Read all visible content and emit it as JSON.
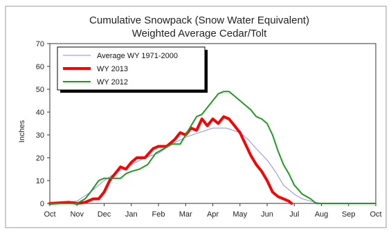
{
  "chart_data": {
    "type": "line",
    "title": "Cumulative Snowpack (Snow Water Equivalent)",
    "subtitle": "Weighted Average Cedar/Tolt",
    "xlabel": "",
    "ylabel": "Inches",
    "ylim": [
      0,
      70
    ],
    "yticks": [
      0,
      10,
      20,
      30,
      40,
      50,
      60,
      70
    ],
    "xlim": [
      0,
      12
    ],
    "categories": [
      "Oct",
      "Nov",
      "Dec",
      "Jan",
      "Feb",
      "Mar",
      "Apr",
      "May",
      "Jun",
      "Jul",
      "Aug",
      "Sep",
      "Oct"
    ],
    "grid": false,
    "legend_position": "top-left",
    "series": [
      {
        "name": "Average WY 1971-2000",
        "color": "#8a8af0",
        "x": [
          0,
          0.5,
          1.0,
          1.5,
          2.0,
          2.5,
          3.0,
          3.5,
          4.0,
          4.5,
          5.0,
          5.5,
          6.0,
          6.5,
          7.0,
          7.3,
          7.6,
          8.0,
          8.3,
          8.6,
          9.0,
          9.3,
          9.6,
          10.0,
          12.0
        ],
        "y": [
          0,
          0.5,
          1,
          5,
          10,
          14,
          17,
          20,
          22,
          26,
          29,
          31,
          33,
          33,
          31,
          28,
          24,
          19,
          14,
          8,
          4,
          2,
          1,
          0,
          0
        ]
      },
      {
        "name": "WY 2013",
        "color": "#ff0000",
        "x": [
          0,
          0.7,
          1.0,
          1.3,
          1.6,
          1.8,
          2.0,
          2.2,
          2.4,
          2.6,
          2.8,
          3.0,
          3.2,
          3.5,
          3.8,
          4.0,
          4.3,
          4.6,
          4.8,
          5.0,
          5.2,
          5.4,
          5.6,
          5.8,
          6.0,
          6.2,
          6.4,
          6.6,
          6.8,
          7.0,
          7.2,
          7.4,
          7.6,
          7.8,
          8.0,
          8.2,
          8.4,
          8.6,
          8.8,
          8.9
        ],
        "y": [
          0,
          0.5,
          0,
          0.5,
          2,
          2,
          5,
          10,
          13,
          16,
          15,
          18,
          20,
          20,
          24,
          25,
          25,
          28,
          31,
          30,
          33,
          32,
          37,
          34,
          37,
          35,
          38,
          37,
          34,
          31,
          26,
          21,
          17,
          14,
          10,
          5,
          3,
          2,
          1,
          0
        ]
      },
      {
        "name": "WY 2012",
        "color": "#1f9a1f",
        "x": [
          0,
          1.0,
          1.3,
          1.5,
          1.8,
          2.0,
          2.3,
          2.6,
          2.8,
          3.0,
          3.3,
          3.6,
          3.9,
          4.2,
          4.5,
          4.8,
          5.0,
          5.2,
          5.4,
          5.6,
          5.8,
          6.0,
          6.2,
          6.4,
          6.6,
          6.8,
          7.0,
          7.2,
          7.4,
          7.6,
          7.8,
          8.0,
          8.2,
          8.4,
          8.6,
          8.8,
          9.0,
          9.3,
          9.6,
          9.8,
          12.0
        ],
        "y": [
          0,
          0,
          2,
          5,
          10,
          11,
          11,
          11,
          13,
          14,
          15,
          17,
          22,
          24,
          26,
          26,
          30,
          34,
          38,
          39,
          42,
          45,
          48,
          49,
          49,
          47,
          45,
          43,
          41,
          38,
          37,
          35,
          30,
          23,
          17,
          13,
          8,
          4,
          2,
          0,
          0
        ]
      }
    ]
  }
}
